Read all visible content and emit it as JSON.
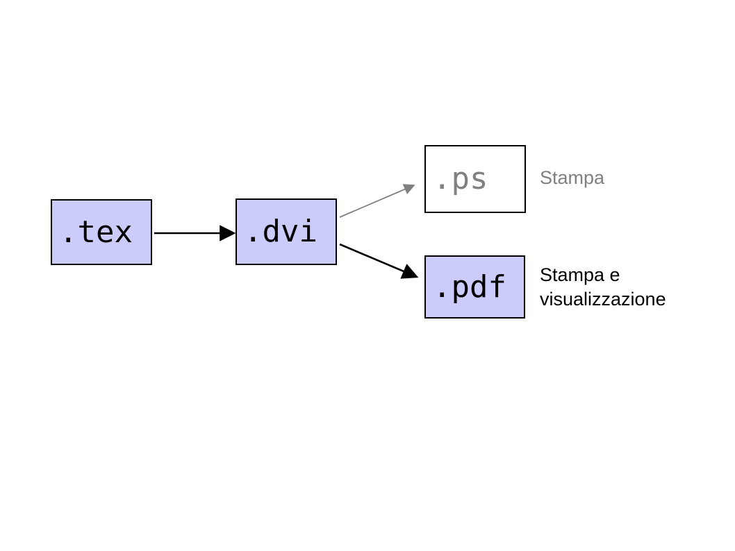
{
  "diagram": {
    "title": "LaTeX output formats workflow",
    "background": "#ffffff",
    "palette": {
      "node_fill": "#ccccfb",
      "node_stroke": "#000000",
      "muted": "#808080",
      "text": "#000000"
    },
    "nodes": [
      {
        "id": "tex",
        "label": ".tex",
        "fill": "#ccccfb",
        "text_color": "#000000",
        "style": "filled"
      },
      {
        "id": "dvi",
        "label": ".dvi",
        "fill": "#ccccfb",
        "text_color": "#000000",
        "style": "filled"
      },
      {
        "id": "ps",
        "label": ".ps",
        "fill": "#ffffff",
        "text_color": "#808080",
        "style": "hollow"
      },
      {
        "id": "pdf",
        "label": ".pdf",
        "fill": "#ccccfb",
        "text_color": "#000000",
        "style": "filled"
      }
    ],
    "edges": [
      {
        "id": "tex-to-dvi",
        "from": "tex",
        "to": "dvi",
        "color": "#000000",
        "emphasis": "strong"
      },
      {
        "id": "dvi-to-ps",
        "from": "dvi",
        "to": "ps",
        "color": "#808080",
        "emphasis": "weak"
      },
      {
        "id": "dvi-to-pdf",
        "from": "dvi",
        "to": "pdf",
        "color": "#000000",
        "emphasis": "strong"
      }
    ],
    "captions": [
      {
        "id": "ps-caption",
        "for": "ps",
        "text": "Stampa",
        "color": "#808080"
      },
      {
        "id": "pdf-caption",
        "for": "pdf",
        "text": "Stampa e\nvisualizzazione",
        "color": "#000000"
      }
    ]
  }
}
